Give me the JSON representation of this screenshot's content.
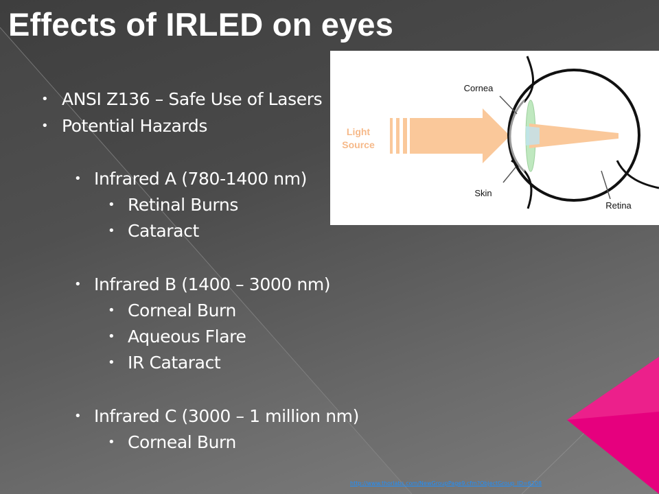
{
  "slide": {
    "title": "Effects of IRLED on eyes",
    "bullets": [
      {
        "text": "ANSI Z136 – Safe Use of Lasers"
      },
      {
        "text": "Potential Hazards"
      },
      {
        "text": "Infrared A (780-1400 nm)"
      },
      {
        "text": "Retinal Burns"
      },
      {
        "text": "Cataract"
      },
      {
        "text": "Infrared B (1400 – 3000 nm)"
      },
      {
        "text": "Corneal Burn"
      },
      {
        "text": "Aqueous Flare"
      },
      {
        "text": "IR Cataract"
      },
      {
        "text": "Infrared C (3000 – 1 million nm)"
      },
      {
        "text": "Corneal Burn"
      }
    ],
    "bullet_glyph": "•",
    "diagram": {
      "labels": {
        "light_source_line1": "Light",
        "light_source_line2": "Source",
        "cornea": "Cornea",
        "skin": "Skin",
        "retina": "Retina"
      }
    },
    "source_link": "http://www.thorlabs.com/NewGroupPage9.cfm?ObjectGroup_ID=6208"
  },
  "colors": {
    "text": "#ffffff",
    "accent_pink": "#e6007e",
    "beam": "#fac89a",
    "light_source_label": "#f6b989",
    "lens": "#bfe8bf"
  }
}
